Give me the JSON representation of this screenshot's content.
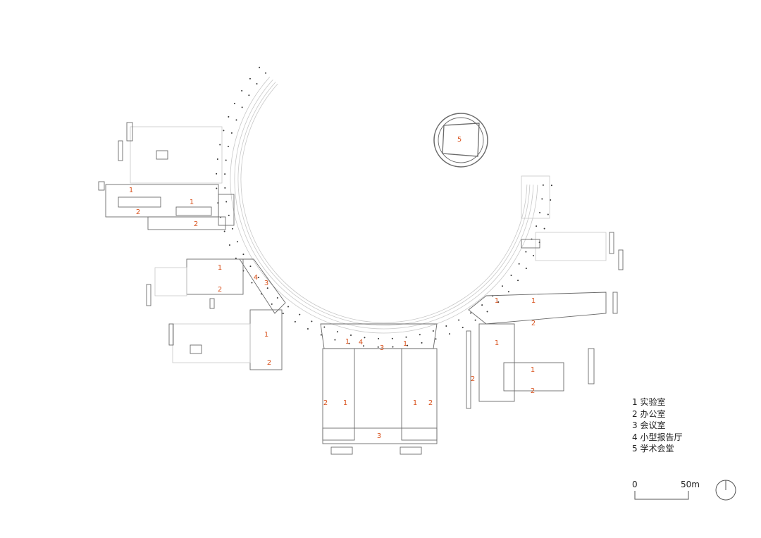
{
  "plan": {
    "room_labels": [
      "1",
      "1",
      "2",
      "2",
      "1",
      "2",
      "4",
      "3",
      "1",
      "2",
      "1",
      "4",
      "3",
      "1",
      "2",
      "1",
      "1",
      "2",
      "3",
      "1",
      "1",
      "2",
      "1",
      "1",
      "2",
      "2",
      "5"
    ],
    "accent_color": "#d9531e"
  },
  "legend": {
    "items": [
      "1 实验室",
      "2 办公室",
      "3 会议室",
      "4 小型报告厅",
      "5 学术会堂"
    ]
  },
  "scale_bar": {
    "start": "0",
    "end": "50m"
  },
  "north_arrow": "north-arrow-icon"
}
